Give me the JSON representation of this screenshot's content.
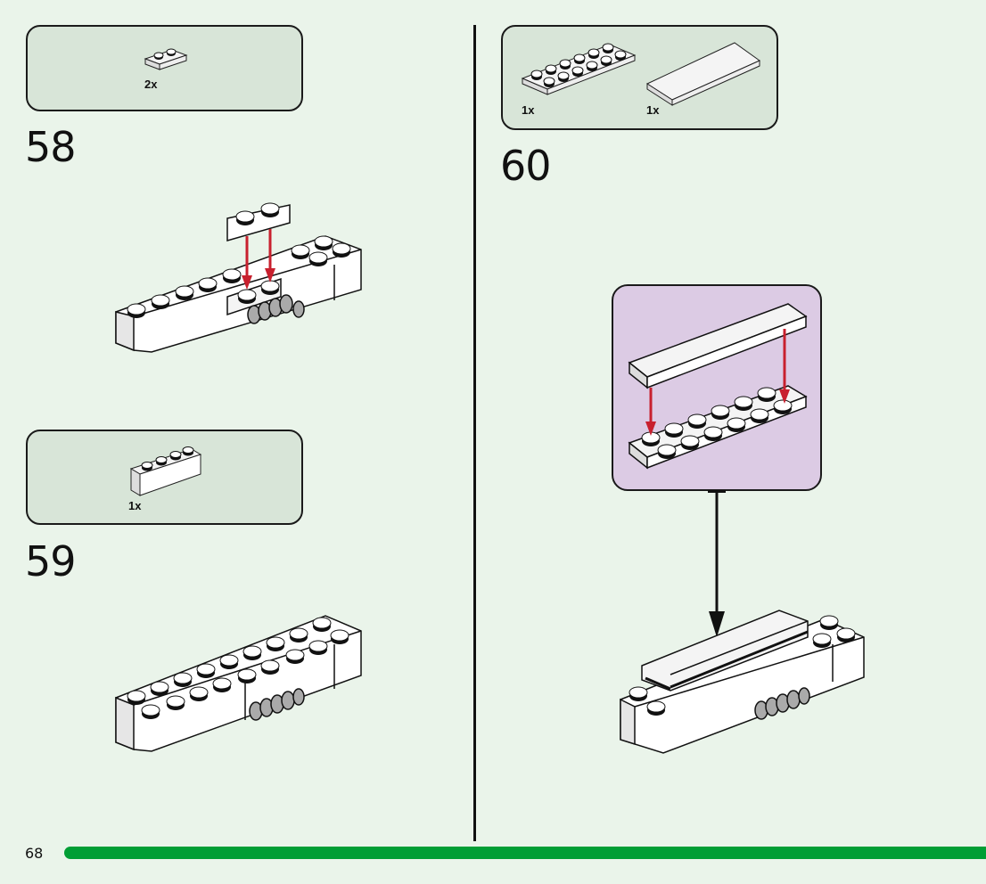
{
  "page": {
    "number": "68",
    "accent_color": "#009e35",
    "background": "#eaf4ea",
    "parts_box_color": "#d8e5d8",
    "subassembly_color": "#dccbe4",
    "arrow_color": "#c8202e"
  },
  "steps": [
    {
      "number": "58",
      "parts": [
        {
          "name": "plate-1x2",
          "quantity": "2x"
        }
      ]
    },
    {
      "number": "59",
      "parts": [
        {
          "name": "brick-1x4",
          "quantity": "1x"
        }
      ]
    },
    {
      "number": "60",
      "parts": [
        {
          "name": "plate-2x6",
          "quantity": "1x"
        },
        {
          "name": "tile-2x6",
          "quantity": "1x"
        }
      ]
    }
  ]
}
